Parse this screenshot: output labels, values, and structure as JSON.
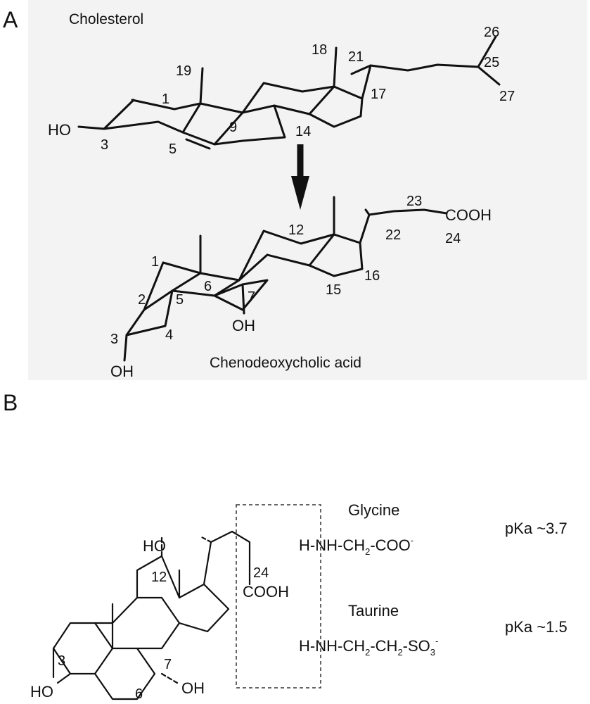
{
  "panel_a": {
    "letter": "A",
    "top_label": "Cholesterol",
    "bottom_label": "Chenodeoxycholic acid",
    "cholesterol_groups": {
      "hydroxyl": "HO"
    },
    "cholesterol_numbers": [
      "1",
      "3",
      "5",
      "9",
      "14",
      "17",
      "18",
      "19",
      "21",
      "25",
      "26",
      "27"
    ],
    "cda_groups": {
      "carboxyl": "COOH",
      "oh7": "OH",
      "oh3": "OH"
    },
    "cda_numbers": [
      "1",
      "2",
      "3",
      "4",
      "5",
      "6",
      "7",
      "12",
      "15",
      "16",
      "22",
      "23",
      "24"
    ]
  },
  "panel_b": {
    "letter": "B",
    "groups": {
      "oh12": "HO",
      "oh3": "HO",
      "oh7": "OH",
      "carboxyl": "COOH"
    },
    "numbers": [
      "3",
      "6",
      "7",
      "12",
      "24"
    ],
    "glycine": {
      "name": "Glycine",
      "formula_main": "H-NH-CH",
      "sub2": "2",
      "formula_end": "-COO",
      "sup": "-",
      "pka": "pKa ~3.7"
    },
    "taurine": {
      "name": "Taurine",
      "formula_main": "H-NH-CH",
      "sub2a": "2",
      "formula_mid": "-CH",
      "sub2b": "2",
      "formula_end": "-SO",
      "sub3": "3",
      "sup": "-",
      "pka": "pKa ~1.5"
    }
  }
}
